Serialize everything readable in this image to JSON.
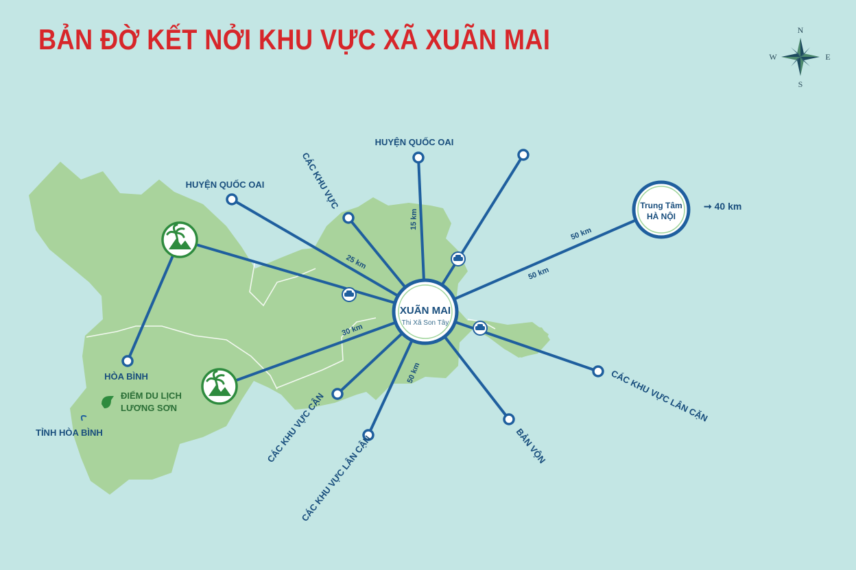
{
  "title": "BẢN ĐỜ KẾT NỞI KHU VỰC XÃ XUÃN MAI",
  "compass": {
    "n": "N",
    "s": "S",
    "e": "E",
    "w": "W"
  },
  "colors": {
    "water": "#c3e6e4",
    "land": "#a9d39c",
    "route": "#1f5f9e",
    "title": "#d7262a",
    "text": "#184d7c",
    "poi_green": "#2e8b3e"
  },
  "center": {
    "name": "XUÃN MAI",
    "sub": "Thi Xã Son Tây"
  },
  "hub": {
    "line1": "Trung Tâm",
    "line2": "HÀ NỘI",
    "arrow_label": "➞ 40 km"
  },
  "places": {
    "huyen_quoc_oai_top": "HUYỆN QUỐC OAI",
    "huyen_quoc_oai_left": "HUYỆN QUỐC OAI",
    "cac_khu_vuc_top": "CÁC KHU VỰC",
    "hoa_binh": "HÒA BÌNH",
    "diem_du_lich_1": "ĐIỂM DU LỊCH",
    "diem_du_lich_2": "LƯƠNG SƠN",
    "tinh_hoa_binh": "TỈNH HÒA BÌNH",
    "cac_khu_vuc_can": "CÁC KHU VỰC CẬN",
    "cac_khu_vuc_lan_can_bottom": "CÁC KHU VỰC LÂN CẬN",
    "ban_von": "BẢN VỘN",
    "cac_khu_vuc_lan_can_right": "CÁC KHU VỰC LÂN CẶN"
  },
  "distances": {
    "d15": "15 km",
    "d25": "25 km",
    "d30": "30 km",
    "d50_south": "50 km",
    "d50_hub_a": "50 km",
    "d50_hub_b": "50 km"
  },
  "icons": [
    "palm-mountain-icon",
    "car-icon",
    "compass-rose-icon",
    "arrow-icon"
  ]
}
